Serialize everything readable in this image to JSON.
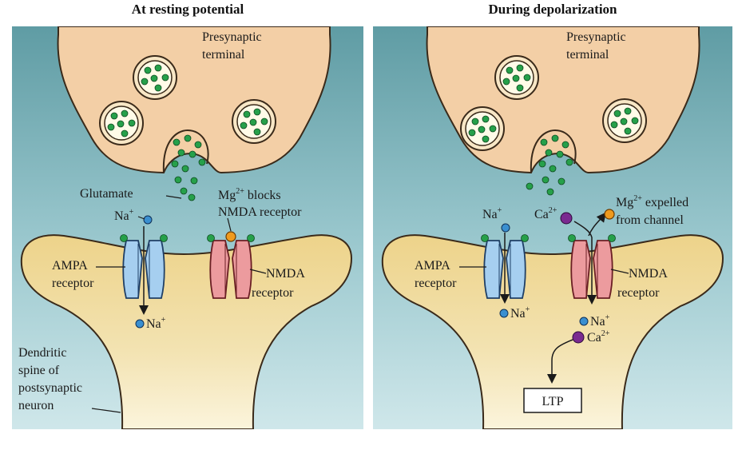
{
  "titles": {
    "left": "At resting potential",
    "right": "During depolarization"
  },
  "left_panel": {
    "presynaptic_line1": "Presynaptic",
    "presynaptic_line2": "terminal",
    "glutamate": "Glutamate",
    "mg_blocks_prefix": "Mg",
    "mg_blocks_charge": "2+",
    "mg_blocks_suffix": " blocks",
    "nmda_receptor_caption": "NMDA receptor",
    "na_top": "Na",
    "na_top_charge": "+",
    "ampa_line1": "AMPA",
    "ampa_line2": "receptor",
    "nmda_line1": "NMDA",
    "nmda_line2": "receptor",
    "na_bottom": "Na",
    "na_bottom_charge": "+",
    "dendritic_line1": "Dendritic",
    "dendritic_line2": "spine of",
    "dendritic_line3": "postsynaptic",
    "dendritic_line4": "neuron"
  },
  "right_panel": {
    "presynaptic_line1": "Presynaptic",
    "presynaptic_line2": "terminal",
    "na_top": "Na",
    "na_top_charge": "+",
    "ca_top": "Ca",
    "ca_top_charge": "2+",
    "mg_expelled_prefix": "Mg",
    "mg_expelled_charge": "2+",
    "mg_expelled_suffix": " expelled",
    "mg_expelled_line2": "from channel",
    "ampa_line1": "AMPA",
    "ampa_line2": "receptor",
    "nmda_line1": "NMDA",
    "nmda_line2": "receptor",
    "na_bottom_left": "Na",
    "na_bottom_left_charge": "+",
    "na_bottom_right": "Na",
    "na_bottom_right_charge": "+",
    "ca_bottom": "Ca",
    "ca_bottom_charge": "2+",
    "ltp": "LTP"
  },
  "colors": {
    "background_top": "#5f9ca4",
    "background_bottom": "#c8e3e6",
    "presynaptic_fill": "#f3cfa6",
    "postsynaptic_fill": "#f0d890",
    "ampa_fill": "#a6cff0",
    "nmda_fill": "#ec9b9e",
    "glutamate": "#26a04a",
    "sodium": "#3a8fd0",
    "calcium": "#7a2a90",
    "magnesium": "#ef9a1e"
  }
}
